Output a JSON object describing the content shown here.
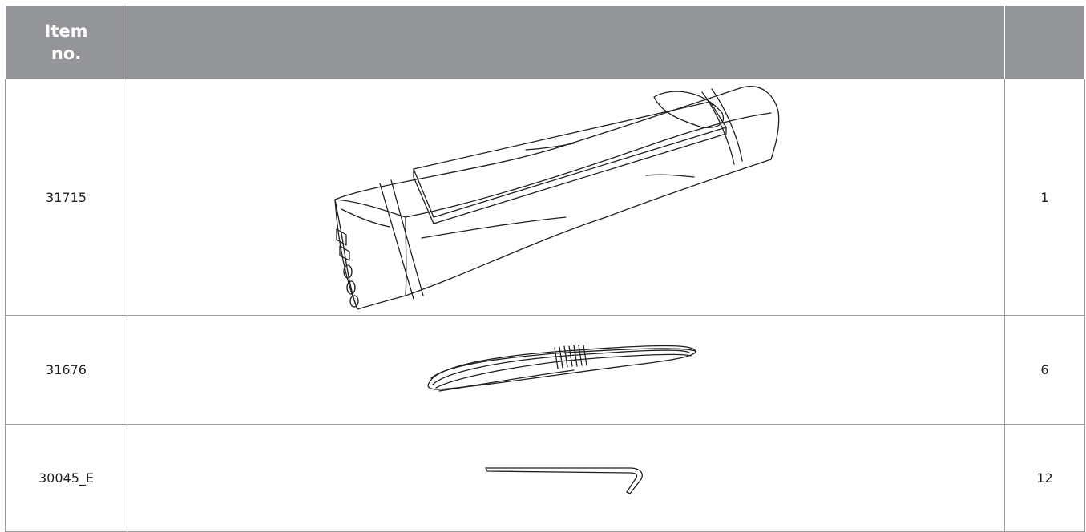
{
  "table": {
    "headers": {
      "item_no": "Item\nno.",
      "image": "",
      "qty": ""
    },
    "rows": [
      {
        "item_no": "31715",
        "qty": "1",
        "illustration": "tent-bag-icon"
      },
      {
        "item_no": "31676",
        "qty": "6",
        "illustration": "rope-coil-icon"
      },
      {
        "item_no": "30045_E",
        "qty": "12",
        "illustration": "tent-peg-icon"
      }
    ]
  }
}
